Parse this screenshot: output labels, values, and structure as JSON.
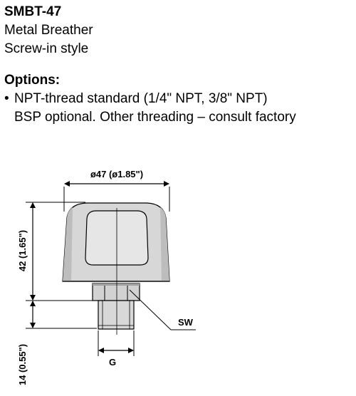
{
  "product": {
    "model": "SMBT-47",
    "description_line1": "Metal Breather",
    "description_line2": "Screw-in style"
  },
  "options": {
    "heading": "Options:",
    "bullet_symbol": "•",
    "item1_line1": "NPT-thread standard (1/4\" NPT, 3/8\" NPT)",
    "item1_line2": "BSP optional. Other threading – consult factory"
  },
  "drawing": {
    "diameter_label": "ø47 (ø1.85\")",
    "height_label": "42 (1.65\")",
    "thread_length_label": "14 (0.55\")",
    "wrench_label": "SW",
    "thread_label": "G"
  }
}
